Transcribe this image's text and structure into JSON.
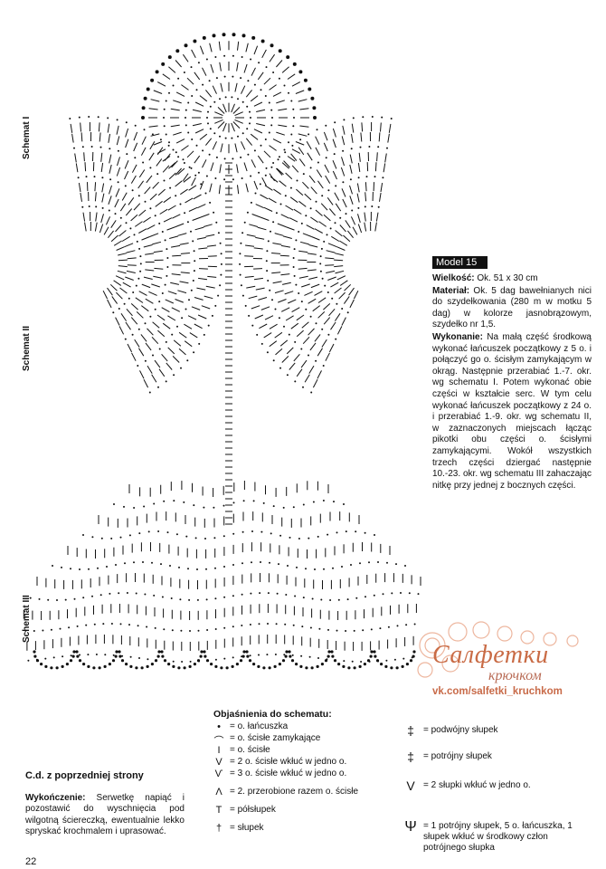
{
  "labels": {
    "schemat1": "Schemat I",
    "schemat2": "Schemat II",
    "schemat3": "Schemat III"
  },
  "model": {
    "title": "Model 15",
    "size_label": "Wielkość:",
    "size_text": "Ok. 51 x 30 cm",
    "material_label": "Materiał:",
    "material_text": "Ok. 5 dag bawełnianych nici do szydełkowania (280 m w motku 5 dag) w kolorze jasnobrązowym, szydełko nr 1,5.",
    "execution_label": "Wykonanie:",
    "execution_text": "Na małą część środkową wykonać łańcuszek początkowy z 5 o. i połączyć go o. ścisłym zamykającym w okrąg. Następnie przerabiać 1.-7. okr. wg schematu I. Potem wykonać obie części w kształcie serc. W tym celu wykonać łańcuszek początkowy z 24 o. i przerabiać 1.-9. okr. wg schematu II, w zaznaczonych miejscach łącząc pikotki obu części o. ścisłymi zamykającymi. Wokół wszystkich trzech części dziergać następnie 10.-23. okr. wg schematu III zahaczając nitkę przy jednej z bocznych części."
  },
  "watermark": {
    "title": "Салфетки",
    "subtitle": "крючком",
    "link": "vk.com/salfetki_kruchkom"
  },
  "legend": {
    "title": "Objaśnienia do schematu:",
    "items": [
      {
        "icon": "chain-dot-icon",
        "glyph": "•",
        "text": "= o. łańcuszka"
      },
      {
        "icon": "slip-stitch-icon",
        "glyph": "⌒",
        "text": "= o. ścisłe zamykające"
      },
      {
        "icon": "single-crochet-icon",
        "glyph": "I",
        "text": "= o. ścisłe"
      },
      {
        "icon": "two-sc-same-icon",
        "glyph": "V",
        "text": "= 2 o. ścisłe wkłuć w jedno o."
      },
      {
        "icon": "three-sc-same-icon",
        "glyph": "Ѵ",
        "text": "= 3 o. ścisłe wkłuć w jedno o."
      },
      {
        "icon": "sc2tog-icon",
        "glyph": "Λ",
        "text": "= 2. przerobione razem o. ścisłe"
      },
      {
        "icon": "half-dc-icon",
        "glyph": "T",
        "text": "= półsłupek"
      },
      {
        "icon": "dc-icon",
        "glyph": "†",
        "text": "= słupek"
      }
    ],
    "items_right": [
      {
        "icon": "tr-icon",
        "glyph": "‡",
        "text": "= podwójny słupek"
      },
      {
        "icon": "dtr-icon",
        "glyph": "‡",
        "text": "= potrójny słupek"
      },
      {
        "icon": "two-dc-same-icon",
        "glyph": "V",
        "text": "= 2 słupki wkłuć w jedno o."
      },
      {
        "icon": "dtr-cluster-icon",
        "glyph": "Ψ",
        "text": "= 1 potrójny słupek, 5 o. łańcuszka, 1 słupek wkłuć w środkowy człon potrójnego słupka"
      }
    ]
  },
  "continued": {
    "heading": "C.d. z poprzedniej strony",
    "finishing_label": "Wykończenie:",
    "finishing_text": "Serwetkę napiąć i pozostawić do wyschnięcia pod wilgotną ściereczką, ewentualnie lekko spryskać krochmalem i uprasować."
  },
  "page_number": "22"
}
